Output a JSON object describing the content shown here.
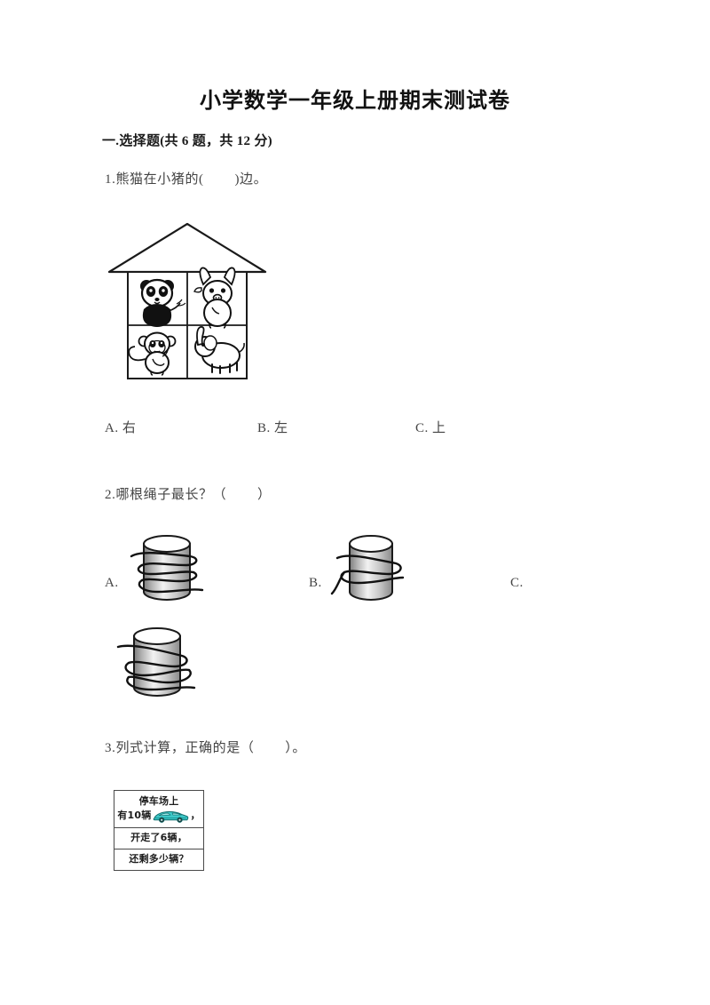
{
  "document": {
    "title": "小学数学一年级上册期末测试卷"
  },
  "section": {
    "header": "一.选择题(共 6 题，共 12 分)"
  },
  "questions": [
    {
      "number": "1",
      "stem": "1.熊猫在小猪的(        )边。",
      "figure": {
        "name": "house-with-animals",
        "cells": [
          {
            "position": "top-left",
            "animal": "panda"
          },
          {
            "position": "top-right",
            "animal": "pig"
          },
          {
            "position": "bottom-left",
            "animal": "monkey"
          },
          {
            "position": "bottom-right",
            "animal": "elephant"
          }
        ]
      },
      "options": [
        {
          "key": "A.",
          "label": "A. 右"
        },
        {
          "key": "B.",
          "label": "B. 左"
        },
        {
          "key": "C.",
          "label": "C. 上"
        }
      ]
    },
    {
      "number": "2",
      "stem": "2.哪根绳子最长？（        ）",
      "figure": {
        "name": "ropes-wrapped-around-cylinders",
        "items": [
          {
            "key": "A",
            "wraps": 4
          },
          {
            "key": "B",
            "wraps": 2
          },
          {
            "key": "C",
            "wraps": 3
          }
        ]
      },
      "options": [
        {
          "key": "A.",
          "label": "A."
        },
        {
          "key": "B.",
          "label": "B."
        },
        {
          "key": "C.",
          "label": "C."
        }
      ]
    },
    {
      "number": "3",
      "stem": "3.列式计算，正确的是（        ）。",
      "problem_box": {
        "line1": "停车场上",
        "line2_prefix": "有10辆",
        "line2_icon": "car-icon",
        "line2_suffix": "，",
        "line3": "开走了6辆，",
        "line4": "还剩多少辆？"
      }
    }
  ],
  "colors": {
    "page_background": "#ffffff",
    "text": "#444444",
    "title": "#111111",
    "rule": "#4a4a4a",
    "car_body": "#3ec9c9",
    "car_body_dark": "#1c9a9a",
    "car_highlight": "#9fe8e8"
  }
}
